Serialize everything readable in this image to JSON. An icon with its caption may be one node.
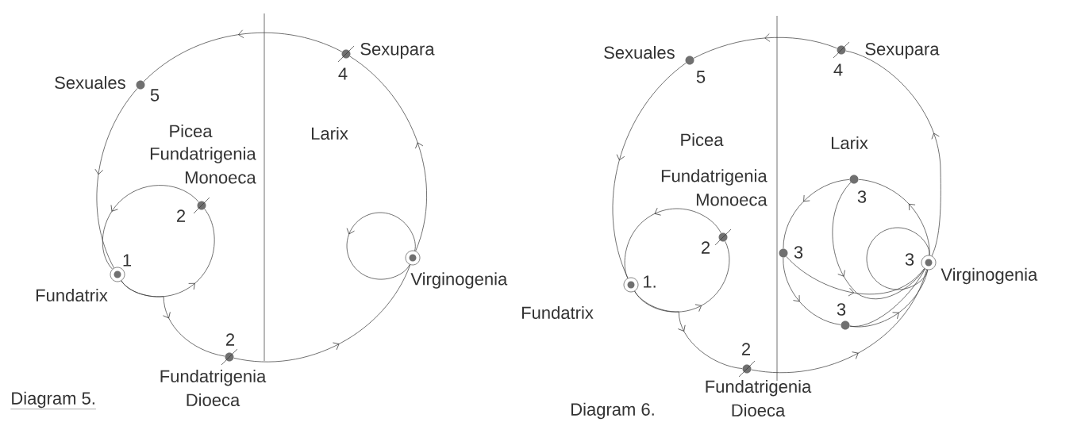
{
  "diagram": {
    "nodes": [
      {
        "text": [],
        "shape": "circle",
        "beside": [
          "Sexupara",
          "4"
        ]
      },
      {
        "text": [],
        "shape": "circle",
        "beside": [
          "Sexuales",
          "5"
        ]
      },
      {
        "text": [],
        "shape": "ring",
        "beside": [
          "1",
          "Fundatrix"
        ]
      },
      {
        "text": [],
        "shape": "circle",
        "beside": [
          "Fundatrigenia Monoeca",
          "2"
        ]
      },
      {
        "text": [],
        "shape": "circle",
        "beside": [
          "2",
          "Fundatrigenia Dioeca"
        ]
      },
      {
        "text": [],
        "shape": "ring",
        "beside": [
          "Virginogenia"
        ]
      },
      {
        "text": [],
        "shape": "circle",
        "beside": [
          "Sexuales",
          "5"
        ]
      },
      {
        "text": [],
        "shape": "circle",
        "beside": [
          "Sexupara",
          "4"
        ]
      },
      {
        "text": [],
        "shape": "ring",
        "beside": [
          "1.",
          "Fundatrix"
        ]
      },
      {
        "text": [],
        "shape": "circle",
        "beside": [
          "Fundatrigenia Monoeca",
          "2"
        ]
      },
      {
        "text": [],
        "shape": "circle",
        "beside": [
          "2",
          "Fundatrigenia Dioeca"
        ]
      },
      {
        "text": [],
        "shape": "circle",
        "beside": [
          "3"
        ]
      },
      {
        "text": [],
        "shape": "circle",
        "beside": [
          "3"
        ]
      },
      {
        "text": [],
        "shape": "ring",
        "beside": [
          "3",
          "Virginogenia"
        ]
      },
      {
        "text": [],
        "shape": "circle",
        "beside": [
          "3"
        ]
      }
    ],
    "edges": [
      {
        "from": 2,
        "to": 3,
        "arrow": "to"
      },
      {
        "from": 3,
        "to": 2,
        "arrow": "to"
      },
      {
        "from": 2,
        "to": 4,
        "arrow": "to"
      },
      {
        "from": 4,
        "to": 5,
        "arrow": "to"
      },
      {
        "from": 5,
        "to": 5,
        "arrow": "to"
      },
      {
        "from": 5,
        "to": 0,
        "arrow": "to"
      },
      {
        "from": 0,
        "to": 1,
        "arrow": "to"
      },
      {
        "from": 1,
        "to": 2,
        "arrow": "to"
      },
      {
        "from": 8,
        "to": 9,
        "arrow": "to"
      },
      {
        "from": 9,
        "to": 8,
        "arrow": "to"
      },
      {
        "from": 8,
        "to": 10,
        "arrow": "to"
      },
      {
        "from": 10,
        "to": 13,
        "arrow": "to"
      },
      {
        "from": 13,
        "to": 7,
        "arrow": "to"
      },
      {
        "from": 7,
        "to": 6,
        "arrow": "to"
      },
      {
        "from": 6,
        "to": 8,
        "arrow": "to"
      },
      {
        "from": 13,
        "to": 11,
        "arrow": "to"
      },
      {
        "from": 11,
        "to": 12,
        "arrow": "to"
      },
      {
        "from": 12,
        "to": 14,
        "arrow": "to"
      },
      {
        "from": 14,
        "to": 13,
        "arrow": "to"
      },
      {
        "from": 14,
        "to": 13,
        "arrow": "none"
      },
      {
        "from": 12,
        "to": 13,
        "arrow": "to"
      },
      {
        "from": 11,
        "to": 13,
        "arrow": "to"
      },
      {
        "from": 13,
        "to": 13,
        "arrow": "none"
      }
    ],
    "labels": [
      "Picea",
      "Larix",
      "Diagram 5.",
      "Picea",
      "Larix",
      "Diagram 6."
    ]
  }
}
